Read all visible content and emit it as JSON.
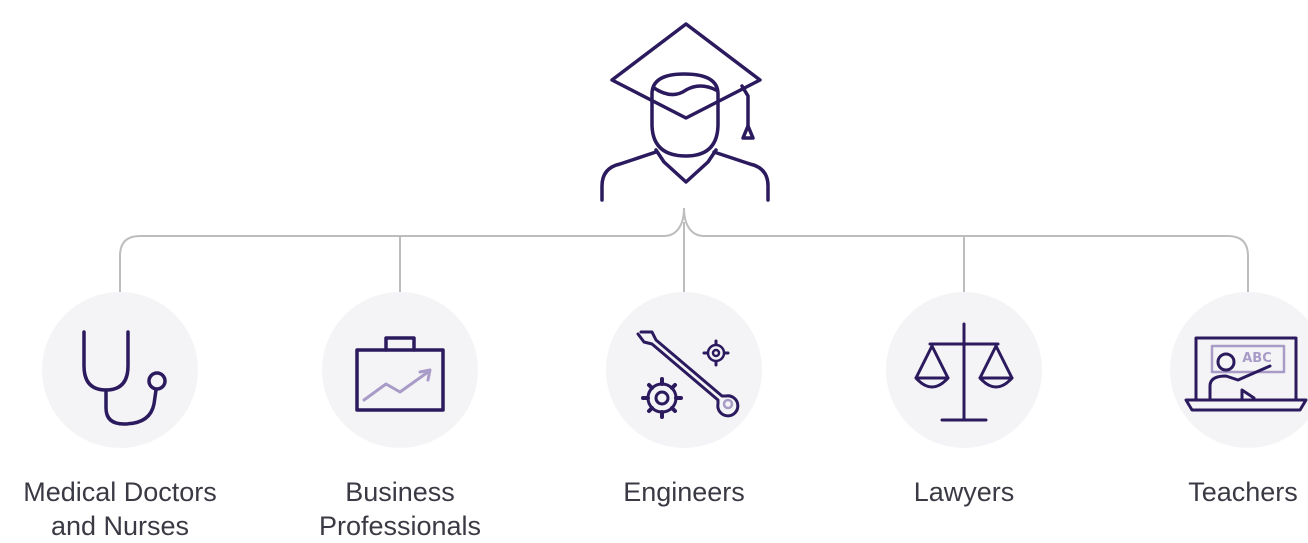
{
  "colors": {
    "icon": "#2b1a5e",
    "accent": "#a89bc7",
    "connector": "#bdbdbd",
    "circle_bg": "#f4f4f6",
    "label_text": "#3a3a44"
  },
  "root": {
    "icon": "graduate-icon"
  },
  "professions": [
    {
      "icon": "stethoscope-icon",
      "lines": [
        "Medical Doctors",
        "and Nurses"
      ]
    },
    {
      "icon": "briefcase-growth-icon",
      "lines": [
        "Business",
        "Professionals"
      ]
    },
    {
      "icon": "wrench-gears-icon",
      "lines": [
        "Engineers"
      ]
    },
    {
      "icon": "scales-of-justice-icon",
      "lines": [
        "Lawyers"
      ]
    },
    {
      "icon": "teacher-laptop-icon",
      "lines": [
        "Teachers"
      ],
      "board_text": "ABC"
    }
  ]
}
